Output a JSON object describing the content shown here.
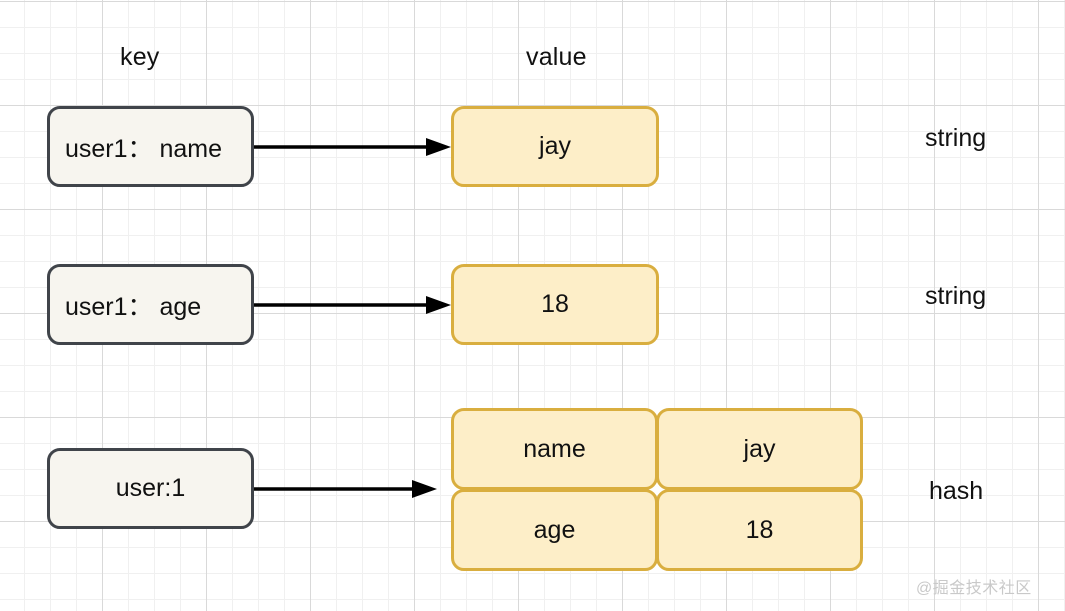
{
  "headers": {
    "key": "key",
    "value": "value"
  },
  "rows": [
    {
      "key_label": "user1： name",
      "value_label": "jay",
      "type_label": "string",
      "arrow": "arrow-right-icon"
    },
    {
      "key_label": "user1： age",
      "value_label": "18",
      "type_label": "string",
      "arrow": "arrow-right-icon"
    },
    {
      "key_label": "user:1",
      "type_label": "hash",
      "arrow": "arrow-right-icon",
      "hash_cells": [
        {
          "field": "name",
          "value": "jay"
        },
        {
          "field": "age",
          "value": "18"
        }
      ]
    }
  ],
  "watermark": "@掘金技术社区",
  "colors": {
    "key_box_fill": "#f7f5ef",
    "key_box_border": "#40444a",
    "value_box_fill": "#fdeec8",
    "value_box_border": "#d9ae3f",
    "text": "#111111",
    "grid_minor": "#f0f0f0",
    "grid_major": "#d9d9d9",
    "arrow": "#000000",
    "watermark": "#c9c9c9"
  }
}
